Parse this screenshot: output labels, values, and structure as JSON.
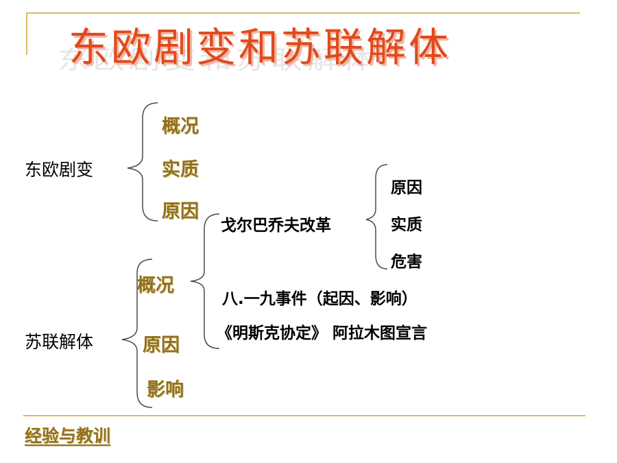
{
  "title": "东欧剧变和苏联解体",
  "title_shadow": "东欧剧变和苏联解体",
  "colors": {
    "title": "#e04a1c",
    "gold": "#94701a",
    "rule": "#d8bc64"
  },
  "east_europe": {
    "label": "东欧剧变",
    "items": [
      "概况",
      "实质",
      "原因"
    ]
  },
  "gorbachev": {
    "label": "戈尔巴乔夫改革",
    "items": [
      "原因",
      "实质",
      "危害"
    ]
  },
  "ussr": {
    "label": "苏联解体",
    "items": [
      "概况",
      "原因",
      "影响"
    ],
    "details": [
      "八.一九事件（起因、影响）",
      "《明斯克协定》 阿拉木图宣言"
    ]
  },
  "footer": "经验与教训"
}
